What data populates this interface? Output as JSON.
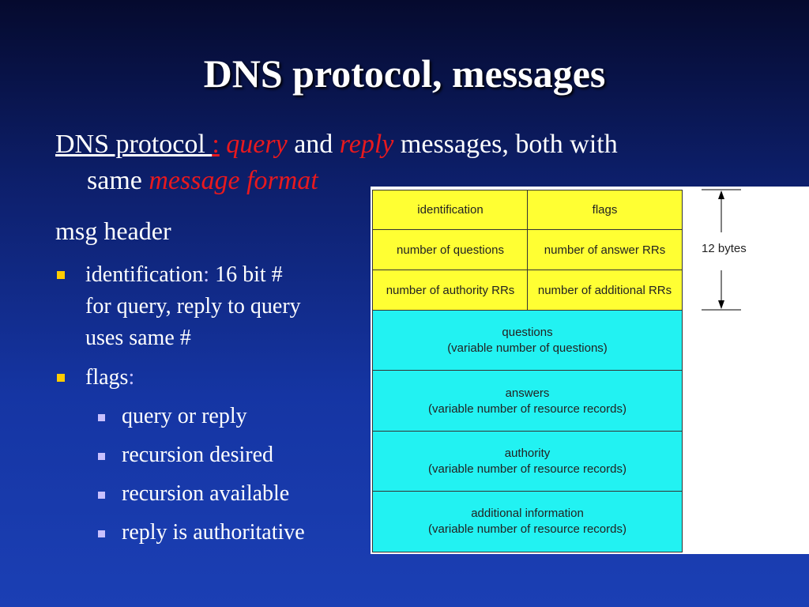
{
  "title": "DNS protocol, messages",
  "intro": {
    "lead": "DNS protocol ",
    "colon": ":",
    "query": "query",
    "and": "and",
    "reply": "reply",
    "rest": "messages, both with",
    "same": "same",
    "format": "message format"
  },
  "msg_header": "msg header",
  "bullets": [
    {
      "label": "identification",
      "colon": ":",
      "lines": [
        " 16 bit #",
        "for query, reply to query",
        "uses same #"
      ]
    },
    {
      "label": "flags",
      "colon": ":"
    }
  ],
  "flags_sub": [
    "query or reply",
    "recursion desired",
    "recursion available",
    "reply is authoritative"
  ],
  "diagram": {
    "header_rows": [
      [
        "identification",
        "flags"
      ],
      [
        "number of questions",
        "number of answer RRs"
      ],
      [
        "number of authority RRs",
        "number of additional RRs"
      ]
    ],
    "sections": [
      {
        "name": "questions",
        "detail": "(variable number of questions)"
      },
      {
        "name": "answers",
        "detail": "(variable number of resource records)"
      },
      {
        "name": "authority",
        "detail": "(variable number of resource  records)"
      },
      {
        "name": "additional information",
        "detail": "(variable number of resource records)"
      }
    ],
    "header_size_label": "12 bytes"
  },
  "colors": {
    "header_fill": "#ffff33",
    "section_fill": "#22f2f2",
    "bullet_primary": "#ffcc00",
    "bullet_secondary": "#c8c0ff",
    "accent_red": "#e8191e"
  }
}
